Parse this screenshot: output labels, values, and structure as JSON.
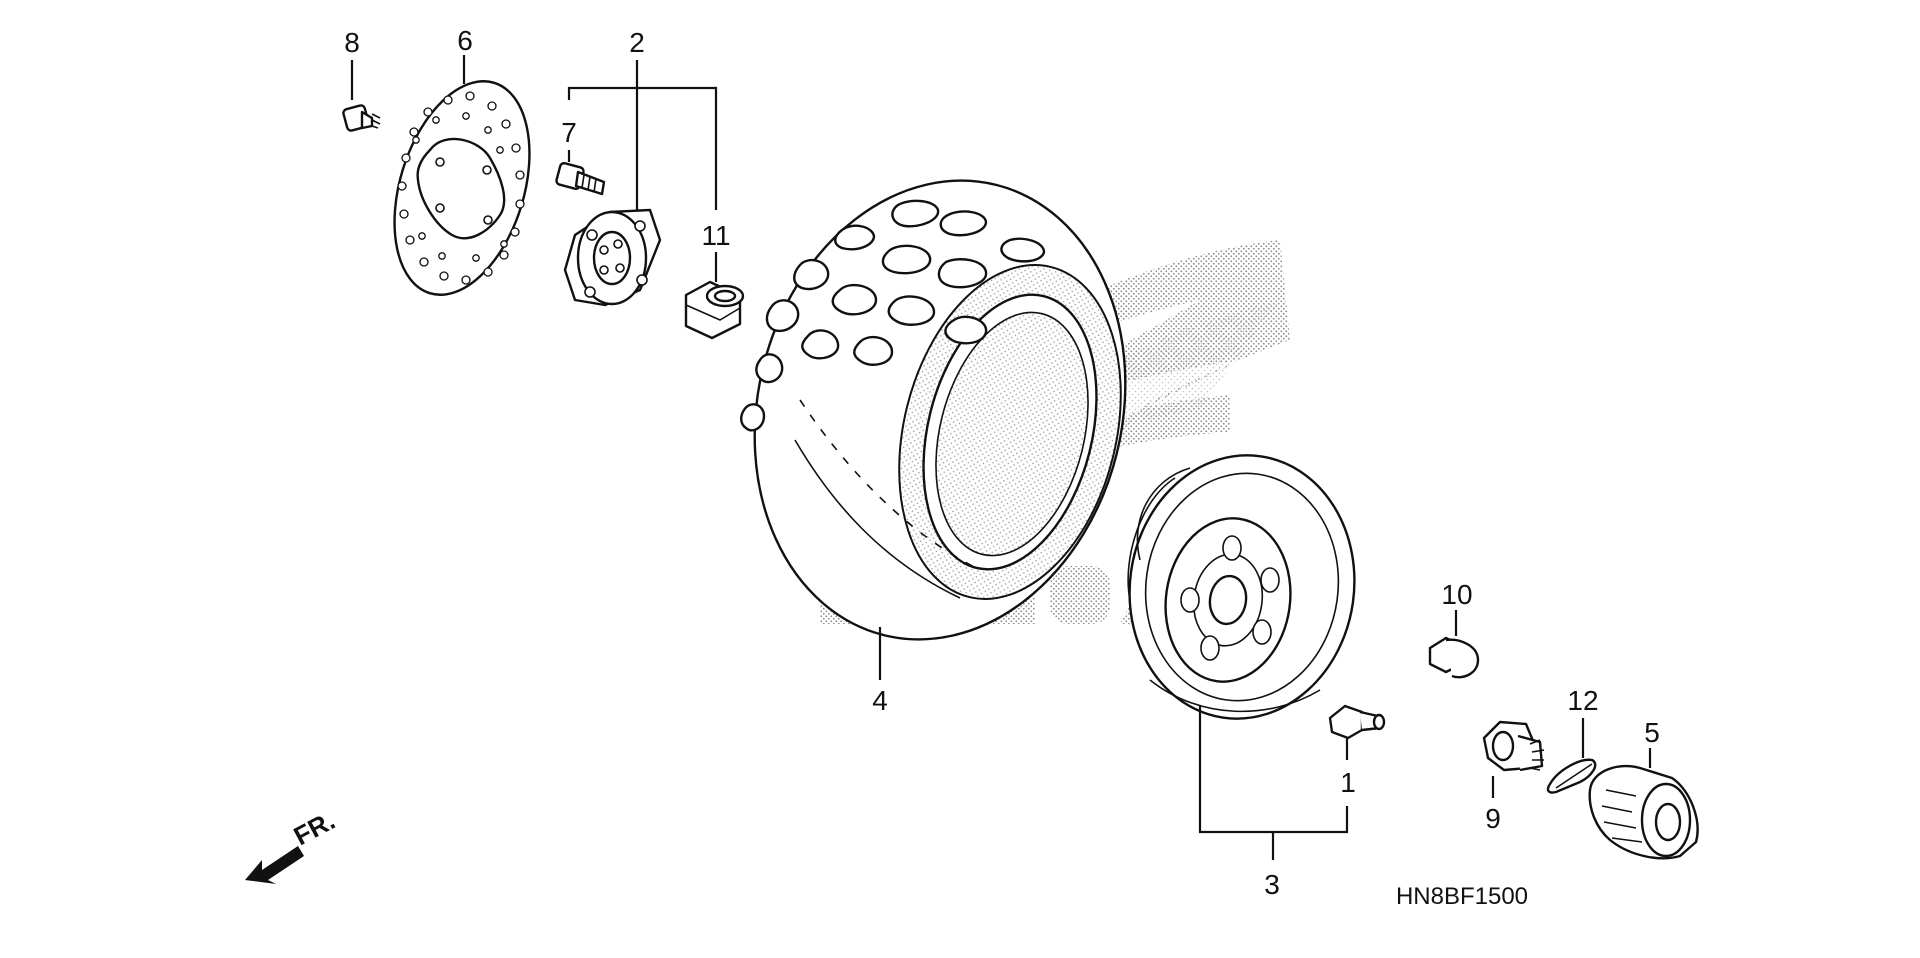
{
  "diagram": {
    "code": "HN8BF1500",
    "direction_label": "FR.",
    "watermark_brand": "HONDA",
    "colors": {
      "line": "#111111",
      "watermark": "#9a9a9a",
      "background": "#ffffff"
    },
    "callouts": {
      "c1": "1",
      "c2": "2",
      "c3": "3",
      "c4": "4",
      "c5": "5",
      "c6": "6",
      "c7": "7",
      "c8": "8",
      "c9": "9",
      "c10": "10",
      "c11": "11",
      "c12": "12"
    }
  }
}
